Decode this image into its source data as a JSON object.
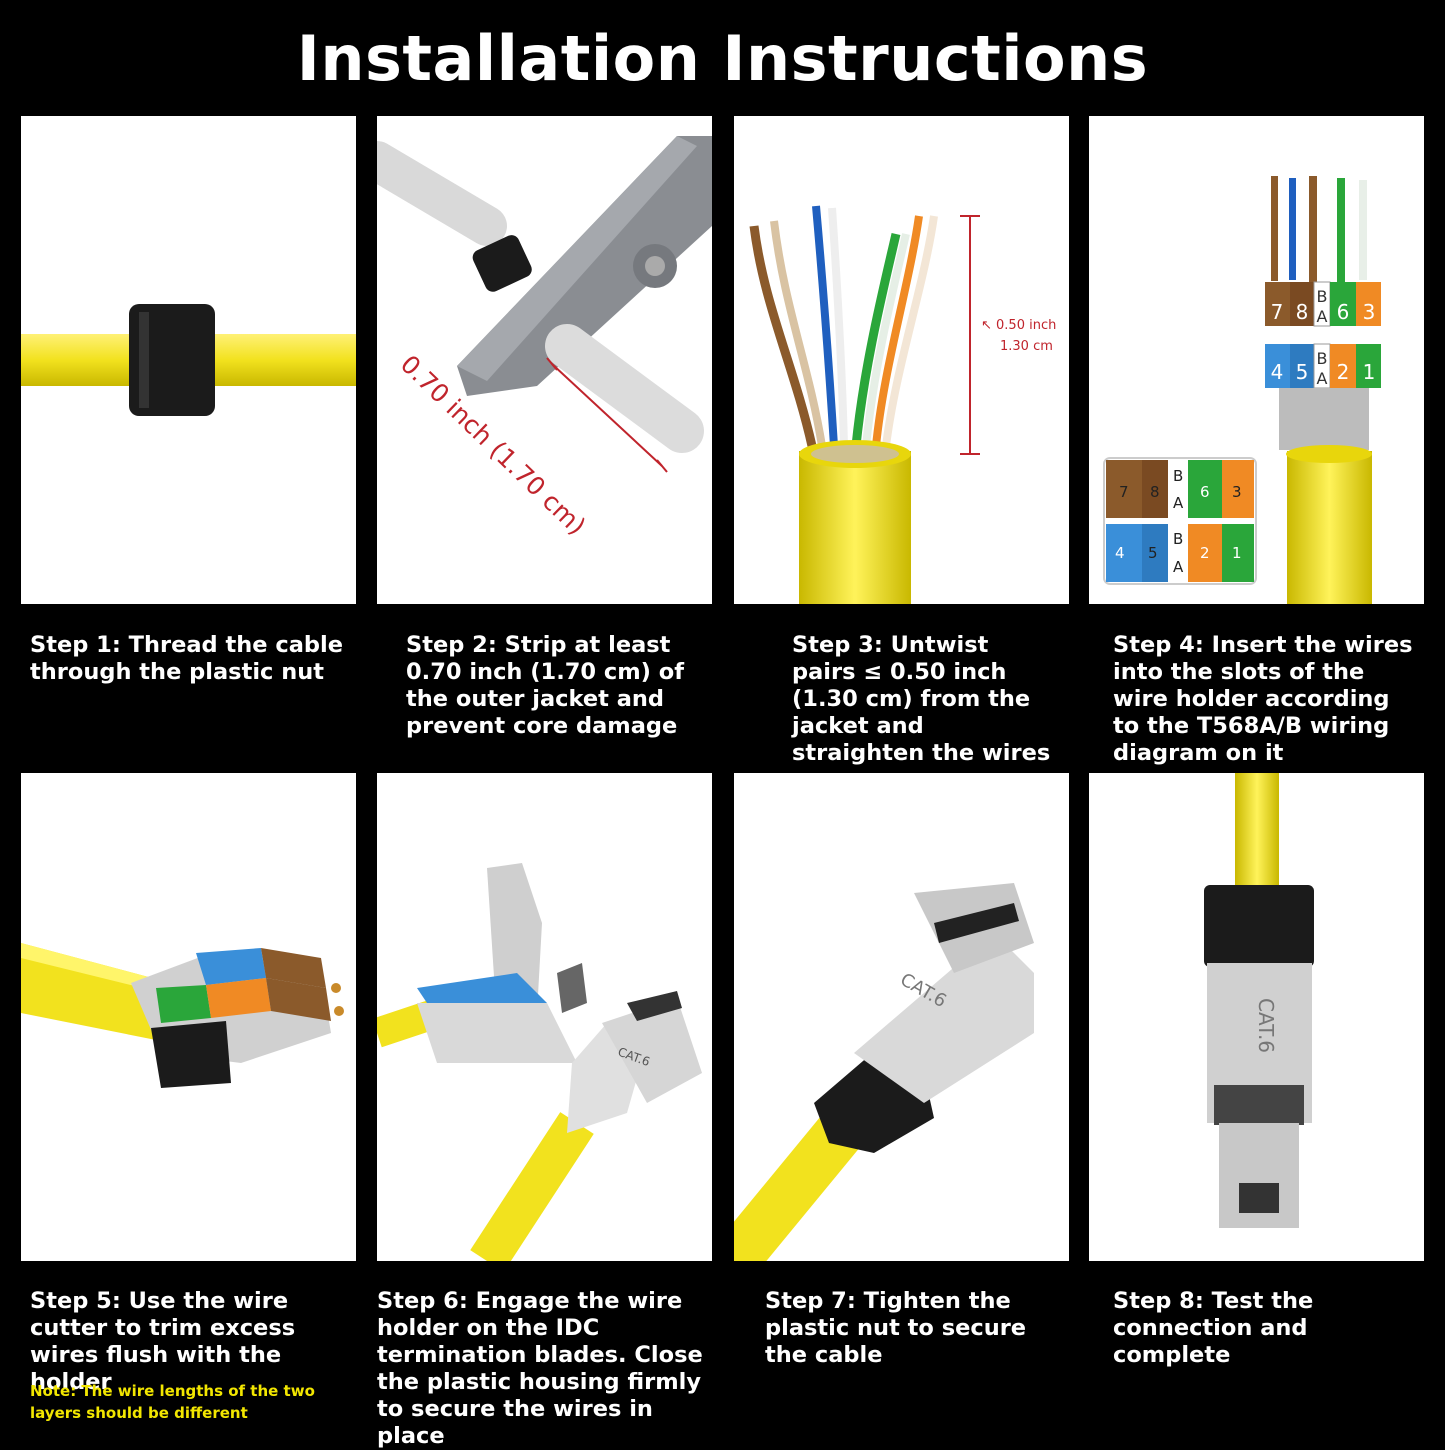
{
  "title": "Installation Instructions",
  "steps": [
    {
      "caption": "Step 1: Thread the cable through the plastic nut"
    },
    {
      "caption": "Step 2: Strip at least 0.70 inch (1.70 cm) of the outer jacket and prevent core damage",
      "measure_label": "0.70 inch (1.70 cm)"
    },
    {
      "caption": "Step 3: Untwist pairs ≤ 0.50 inch (1.30 cm) from the jacket and straighten the wires",
      "measure_inch": "↖ 0.50 inch",
      "measure_cm": "1.30 cm"
    },
    {
      "caption": "Step 4: Insert the wires into the slots of the wire  holder according to the T568A/B wiring diagram on it"
    },
    {
      "caption": "Step 5: Use the wire cutter to trim excess wires flush with the holder",
      "note": "Note: The wire lengths of the two layers should be different"
    },
    {
      "caption": "Step 6: Engage the wire holder on the IDC termination blades. Close the plastic housing firmly to secure the wires in place"
    },
    {
      "caption": "Step 7: Tighten the plastic nut to secure the cable"
    },
    {
      "caption": "Step 8: Test the connection and complete"
    }
  ],
  "diagram": {
    "top_row": [
      "7",
      "8",
      "B",
      "A",
      "6",
      "3"
    ],
    "bottom_row": [
      "4",
      "5",
      "B",
      "A",
      "2",
      "1"
    ]
  },
  "plug_label": "CAT.6",
  "colors": {
    "cable": "#f2e21e",
    "background": "#000000",
    "panel": "#ffffff",
    "note": "#f2e600",
    "measure": "#c0242c"
  }
}
